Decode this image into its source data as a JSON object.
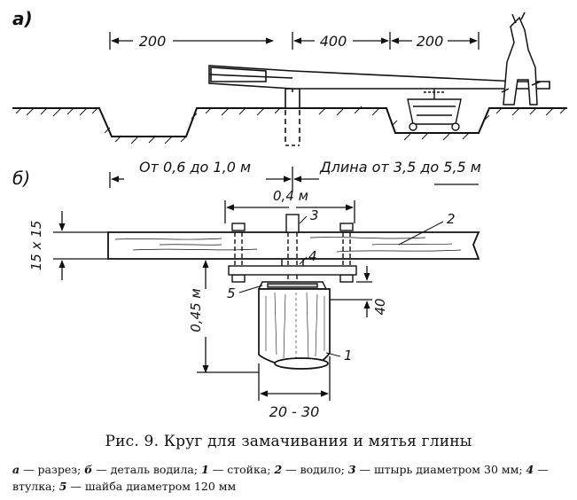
{
  "labels": {
    "view_a": "а)",
    "view_b": "б)",
    "dim_200_left": "200",
    "dim_400": "400",
    "dim_200_right": "200",
    "dim_range_left": "От 0,6 до 1,0 м",
    "dim_range_right": "Длина от 3,5 до 5,5 м",
    "dim_04": "0,4 м",
    "dim_15x15": "15 х 15",
    "dim_045": "0,45 м",
    "dim_40": "40",
    "dim_20_30": "20 - 30",
    "part_1": "1",
    "part_2": "2",
    "part_3": "3",
    "part_4": "4",
    "part_5": "5"
  },
  "caption": {
    "title": "Рис. 9. Круг для замачивания и мятья глины",
    "legend": [
      {
        "key": "а",
        "text": " — разрез; "
      },
      {
        "key": "б",
        "text": " — деталь водила; "
      },
      {
        "key": "1",
        "text": " — стойка; "
      },
      {
        "key": "2",
        "text": " — водило; "
      },
      {
        "key": "3",
        "text": " — штырь диаметром 30 мм; "
      },
      {
        "key": "4",
        "text": " — втулка; "
      },
      {
        "key": "5",
        "text": " — шайба диаметром 120 мм"
      }
    ]
  }
}
